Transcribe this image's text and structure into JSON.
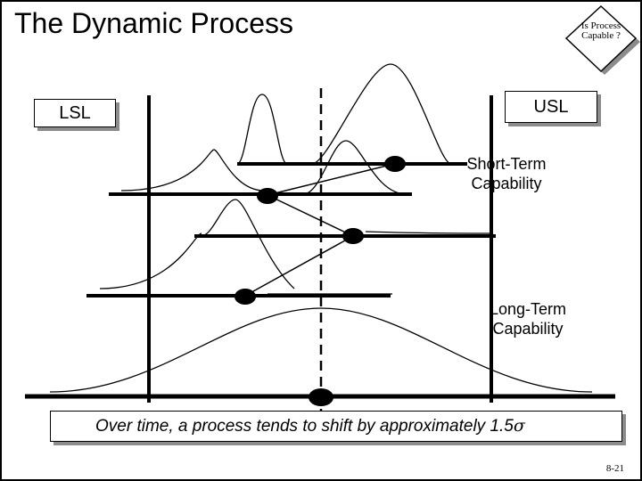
{
  "slide": {
    "title": "The Dynamic Process",
    "lsl_label": "LSL",
    "usl_label": "USL",
    "decision_text": "Is Process Capable ?",
    "short_term_label_line1": "Short-Term",
    "short_term_label_line2": "Capability",
    "long_term_label_line1": "Long-Term",
    "long_term_label_line2": "Capability",
    "footer_text": "Over time, a process tends to shift by approximately 1.5",
    "sigma": "σ",
    "page_number": "8-21"
  },
  "colors": {
    "line": "#000000",
    "shadow": "#8c8c8c",
    "background": "#ffffff"
  }
}
